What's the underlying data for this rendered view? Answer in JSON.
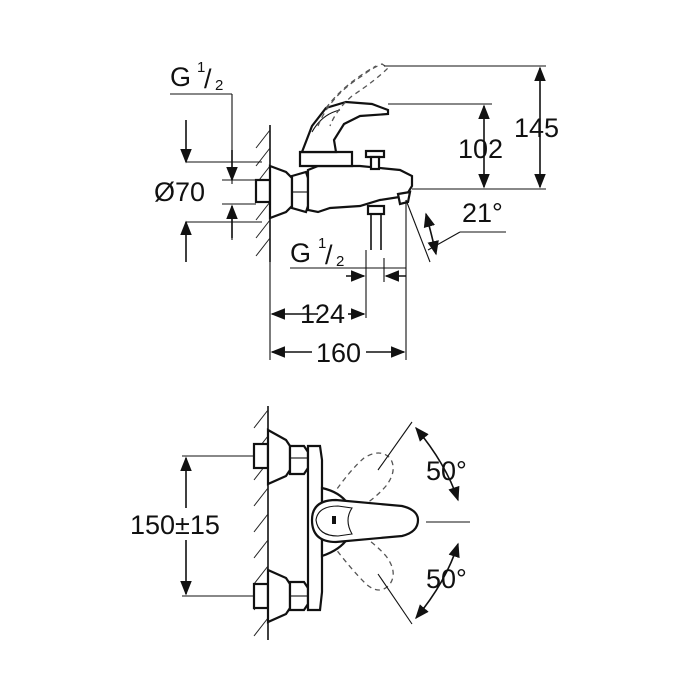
{
  "top_view": {
    "inlet_thread": {
      "letter": "G",
      "num": "1",
      "den": "2"
    },
    "wall_diameter": "Ø70",
    "spout_height": "102",
    "overall_height": "145",
    "spout_angle": "21°",
    "outlet_thread": {
      "letter": "G",
      "num": "1",
      "den": "2"
    },
    "projection_outlet": "124",
    "projection_total": "160"
  },
  "front_view": {
    "centre_distance": "150±15",
    "lever_angle_up": "50°",
    "lever_angle_down": "50°"
  }
}
